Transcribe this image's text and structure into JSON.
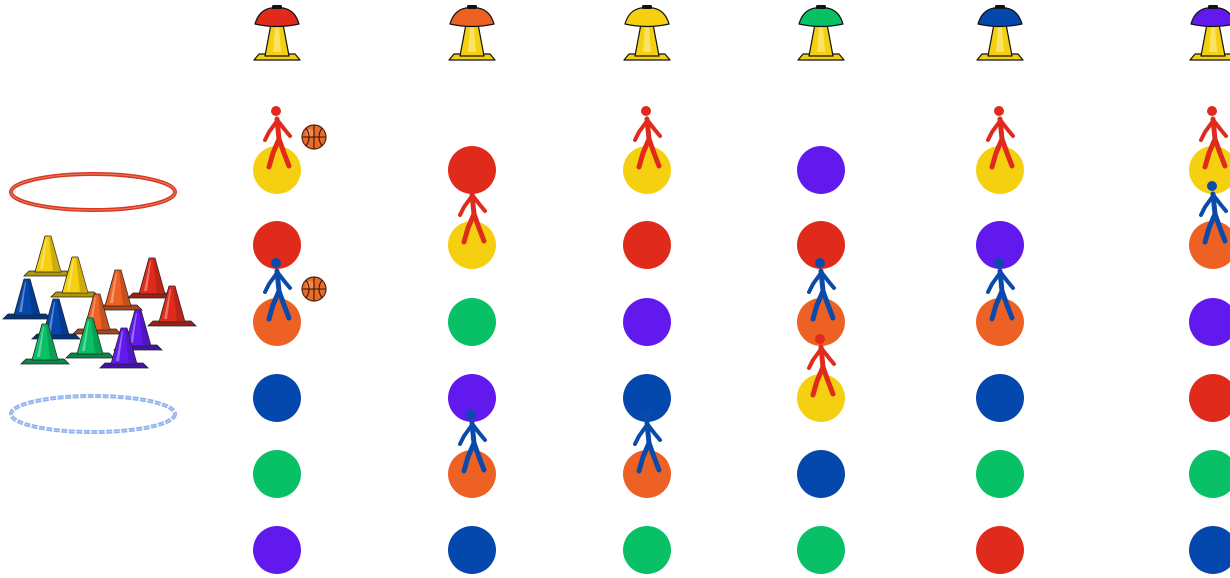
{
  "colors": {
    "red": "#e02b1c",
    "orange": "#ee6125",
    "yellow": "#f5d010",
    "green": "#08c065",
    "blue": "#0548ad",
    "purple": "#6119ee",
    "figure_red": "#e02b1c",
    "figure_blue": "#0a4aaa",
    "ball": "#e76c2a",
    "hoop_red": "#d9381e",
    "hoop_blue": "#8fb3ee",
    "cone_body": "#f5d010"
  },
  "lanes": [
    {
      "name": "lane-1",
      "cap": "red",
      "spots": [
        "yellow",
        "red",
        "orange",
        "blue",
        "green",
        "purple"
      ],
      "figures": [
        {
          "color": "figure_red",
          "on": "spot",
          "spot": 0,
          "ball": true
        },
        {
          "color": "figure_blue",
          "on": "spot",
          "spot": 2,
          "ball": true
        }
      ]
    },
    {
      "name": "lane-2",
      "cap": "orange",
      "spots": [
        "red",
        "yellow",
        "green",
        "purple",
        "orange",
        "blue"
      ],
      "figures": [
        {
          "color": "figure_red",
          "on": "spot",
          "spot": 1,
          "ball": false
        },
        {
          "color": "figure_blue",
          "on": "spot",
          "spot": 4,
          "ball": false
        }
      ]
    },
    {
      "name": "lane-3",
      "cap": "yellow",
      "spots": [
        "yellow",
        "red",
        "purple",
        "blue",
        "orange",
        "green"
      ],
      "figures": [
        {
          "color": "figure_red",
          "on": "spot",
          "spot": 0,
          "ball": false
        },
        {
          "color": "figure_blue",
          "on": "spot",
          "spot": 4,
          "ball": false
        }
      ]
    },
    {
      "name": "lane-4",
      "cap": "green",
      "spots": [
        "purple",
        "red",
        "orange",
        "yellow",
        "blue",
        "green"
      ],
      "figures": [
        {
          "color": "figure_blue",
          "on": "spot",
          "spot": 2,
          "ball": false
        },
        {
          "color": "figure_red",
          "on": "spot",
          "spot": 3,
          "ball": false
        }
      ]
    },
    {
      "name": "lane-5",
      "cap": "blue",
      "spots": [
        "yellow",
        "purple",
        "orange",
        "blue",
        "green",
        "red"
      ],
      "figures": [
        {
          "color": "figure_red",
          "on": "spot",
          "spot": 0,
          "ball": false
        },
        {
          "color": "figure_blue",
          "on": "spot",
          "spot": 2,
          "ball": false
        }
      ]
    },
    {
      "name": "lane-6",
      "cap": "purple",
      "spots": [
        "yellow",
        "orange",
        "purple",
        "red",
        "green",
        "blue"
      ],
      "figures": [
        {
          "color": "figure_red",
          "on": "spot",
          "spot": 0,
          "ball": false
        },
        {
          "color": "figure_blue",
          "on": "spot",
          "spot": 1,
          "ball": false
        }
      ]
    }
  ],
  "equipment": {
    "hoops": [
      "hoop_red",
      "hoop_blue"
    ],
    "cones": [
      "yellow",
      "yellow",
      "blue",
      "orange",
      "red",
      "blue",
      "orange",
      "red",
      "green",
      "green",
      "purple",
      "purple"
    ]
  }
}
